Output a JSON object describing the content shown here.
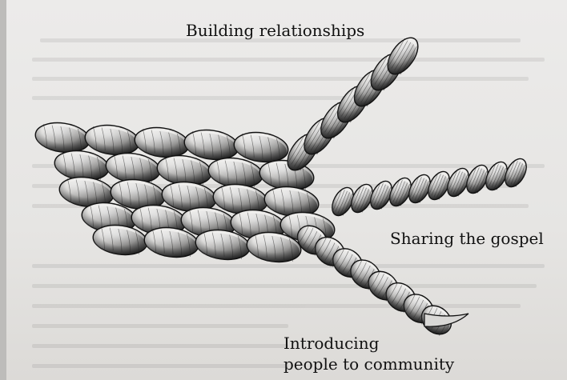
{
  "figure": {
    "labels": {
      "building": "Building relationships",
      "sharing": "Sharing the gospel",
      "introducing_line1": "Introducing",
      "introducing_line2": "people to community"
    },
    "colors": {
      "paper": "#e8e7e5",
      "ink": "#111111",
      "rope_light": "#f4f3f1",
      "rope_shadow": "#1a1a1a"
    },
    "icons": [
      "braided-rope-icon",
      "rope-strand-icon"
    ]
  }
}
